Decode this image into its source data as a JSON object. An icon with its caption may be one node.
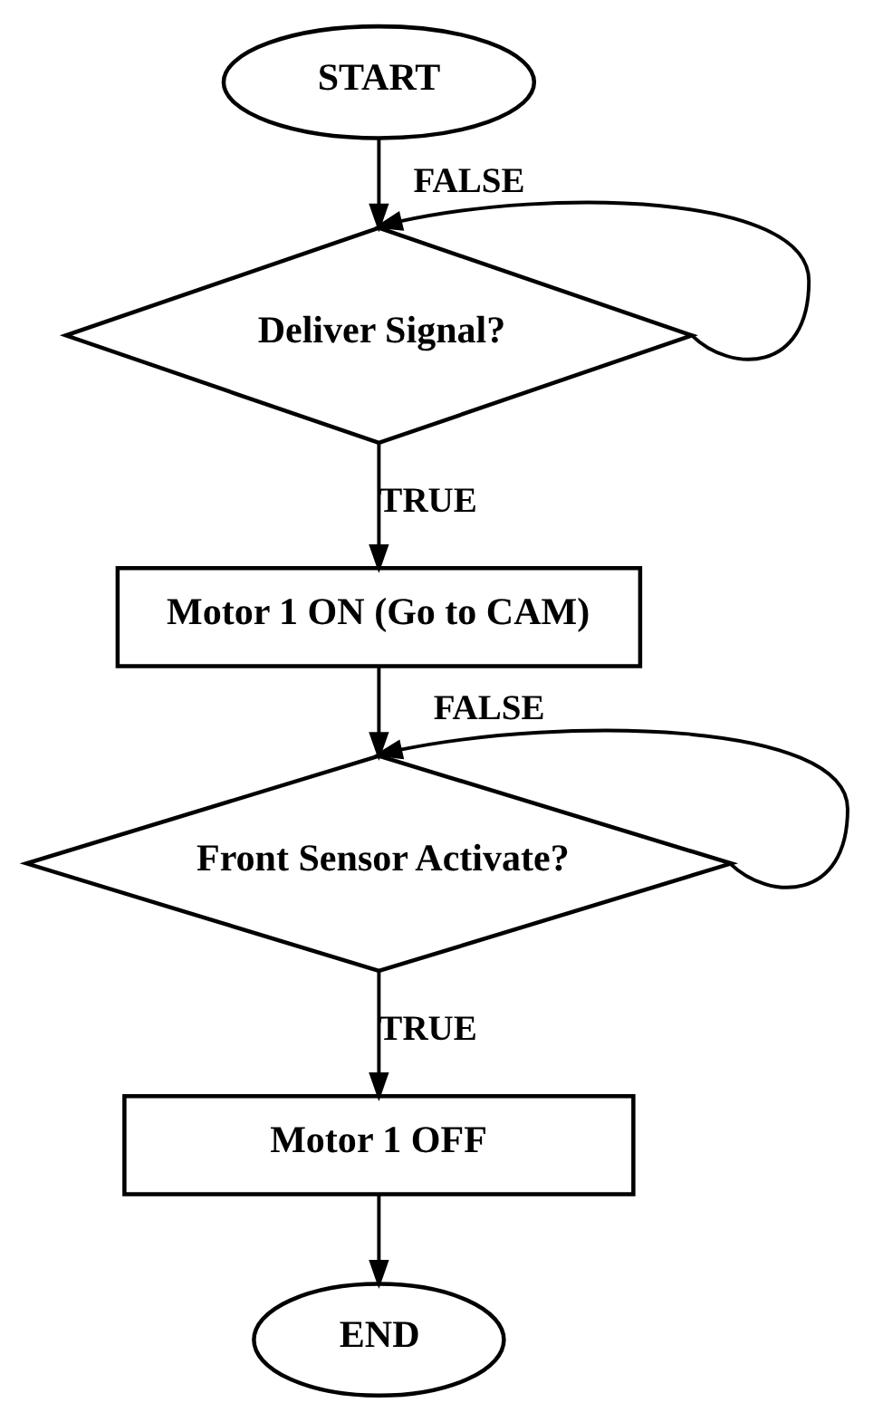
{
  "diagram": {
    "nodes": [
      {
        "text": [
          "START"
        ]
      },
      {
        "text": [
          "Deliver Signal?"
        ]
      },
      {
        "text": [
          "Motor 1 ON (Go to CAM)"
        ]
      },
      {
        "text": [
          "Front Sensor Activate?"
        ]
      },
      {
        "text": [
          "Motor 1 OFF"
        ]
      },
      {
        "text": [
          "END"
        ]
      }
    ],
    "edges": [
      {
        "from": 0,
        "to": 1,
        "arrow": "to"
      },
      {
        "from": 1,
        "to": 1,
        "arrow": "to",
        "label": "FALSE"
      },
      {
        "from": 1,
        "to": 2,
        "arrow": "to",
        "label": "TRUE"
      },
      {
        "from": 2,
        "to": 3,
        "arrow": "to"
      },
      {
        "from": 3,
        "to": 3,
        "arrow": "to",
        "label": "FALSE"
      },
      {
        "from": 3,
        "to": 4,
        "arrow": "to",
        "label": "TRUE"
      },
      {
        "from": 4,
        "to": 5,
        "arrow": "to"
      }
    ]
  }
}
